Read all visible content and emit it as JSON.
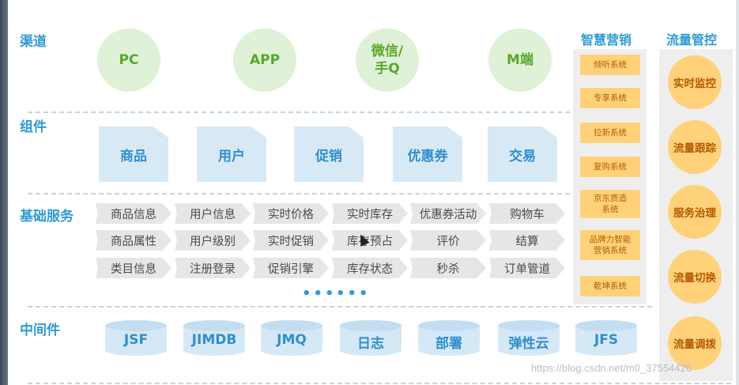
{
  "rows": {
    "channel": "渠道",
    "component": "组件",
    "basic": "基础服务",
    "middleware": "中间件"
  },
  "channels": [
    "PC",
    "APP",
    "微信/\n手Q",
    "M端"
  ],
  "components": [
    "商品",
    "用户",
    "促销",
    "优惠券",
    "交易"
  ],
  "services": [
    [
      "商品信息",
      "用户信息",
      "实时价格",
      "实时库存",
      "优惠券活动",
      "购物车"
    ],
    [
      "商品属性",
      "用户级别",
      "实时促销",
      "库存预占",
      "评价",
      "结算"
    ],
    [
      "类目信息",
      "注册登录",
      "促销引擎",
      "库存状态",
      "秒杀",
      "订单管道"
    ]
  ],
  "ellipsis": [
    "•••",
    "•••"
  ],
  "middleware": [
    "JSF",
    "JIMDB",
    "JMQ",
    "日志",
    "部署",
    "弹性云",
    "JFS"
  ],
  "smart_marketing": {
    "title": "智慧营销",
    "items": [
      "倾听系统",
      "专享系统",
      "拉新系统",
      "复购系统",
      "京东质造\n系统",
      "品牌力智能\n营销系统",
      "乾坤系统"
    ]
  },
  "traffic_control": {
    "title": "流量管控",
    "items": [
      "实时监控",
      "流量跟踪",
      "服务治理",
      "流量切换",
      "流量调拨"
    ]
  },
  "watermark": "https://blog.csdn.net/m0_37554426",
  "colors": {
    "label_blue": "#2f9bd6",
    "channel_green": "#5aa82a",
    "orange_fill": "#ffd27a",
    "orange_text": "#b55a00"
  }
}
